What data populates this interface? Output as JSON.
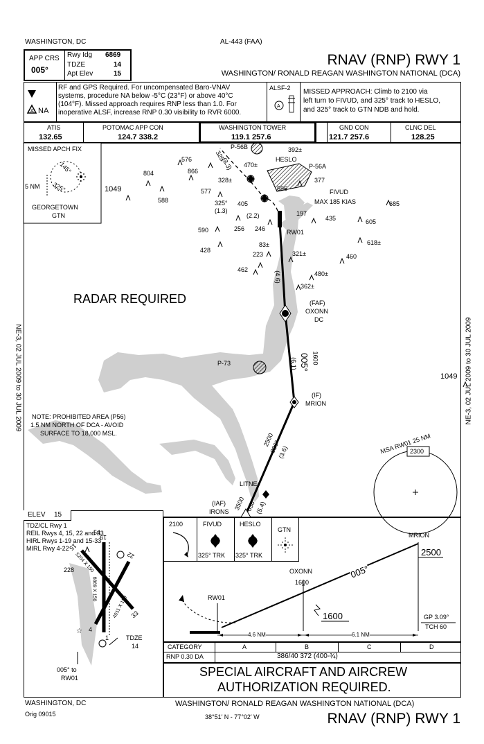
{
  "header": {
    "city_top": "WASHINGTON, DC",
    "procedure_id": "AL-443 (FAA)",
    "app_crs_label": "APP CRS",
    "app_crs_value": "005°",
    "rwy_ldg_label": "Rwy Idg",
    "rwy_ldg_value": "6869",
    "tdze_label": "TDZE",
    "tdze_value": "14",
    "apt_elev_label": "Apt Elev",
    "apt_elev_value": "15",
    "title": "RNAV (RNP) RWY 1",
    "airport": "WASHINGTON/ RONALD REAGAN WASHINGTON NATIONAL (DCA)"
  },
  "notes": {
    "rf_note_1": "RF and GPS Required.  For uncompensated Baro-VNAV",
    "rf_note_2": "systems, procedure NA below -5°C (23°F) or above 40°C",
    "rf_note_3": "(104°F).  Missed approach requires RNP less than 1.0.  For",
    "rf_note_4": "inoperative ALSF, increase RNP 0.30 visibility to RVR 6000.",
    "na_label": "NA",
    "alsf_label": "ALSF-2",
    "missed_1": "MISSED APPROACH:  Climb to 2100 via",
    "missed_2": "left turn to FIVUD, and 325° track to HESLO,",
    "missed_3": "and 325° track to GTN NDB and hold."
  },
  "comms": [
    {
      "label": "ATIS",
      "value": "132.65"
    },
    {
      "label": "POTOMAC APP CON",
      "value": "124.7   338.2"
    },
    {
      "label": "WASHINGTON TOWER",
      "value": "119.1   257.6"
    },
    {
      "label": "GND CON",
      "value": "121.7   257.6"
    },
    {
      "label": "CLNC DEL",
      "value": "128.25"
    }
  ],
  "plan": {
    "missed_fix_label": "MISSED APCH FIX",
    "gtn_5nm": "5 NM",
    "gtn_145": "145°",
    "gtn_325": "325°",
    "gtn_name_1": "GEORGETOWN",
    "gtn_name_2": "GTN",
    "radar_required": "RADAR REQUIRED",
    "note_1": "NOTE:  PROHIBITED AREA (P56)",
    "note_2": "1.5 NM NORTH OF DCA - AVOID",
    "note_3": "SURFACE TO 18,000 MSL.",
    "p56b": "P-56B",
    "p56a": "P-56A",
    "p73": "P-73",
    "heslo": "HESLO",
    "fivud": "FIVUD",
    "max_kias": "MAX 185 KIAS",
    "rw01": "RW01",
    "faf": "(FAF)",
    "oxonn": "OXONN",
    "dc": "DC",
    "if": "(IF)",
    "mrion": "MRION",
    "litne": "LITNE",
    "iaf": "(IAF)",
    "irons": "IRONS",
    "leg_325": "325°",
    "leg_33": "(3.3)",
    "leg_325b": "325°",
    "leg_13": "(1.3)",
    "leg_22": "(2.2)",
    "leg_46": "(4.6)",
    "leg_1600": "1600",
    "leg_005": "005°",
    "leg_61": "(6.1)",
    "leg_2500": "2500",
    "leg_036a": "036°",
    "leg_36": "(3.6)",
    "leg_3500": "3500",
    "leg_036b": "036°",
    "leg_54": "(5.4)",
    "msa_label": "MSA RW01 25 NM",
    "msa_value": "2300",
    "vertical_left": "NE-3, 02 JUL 2009 to 30 JUL 2009",
    "vertical_right": "NE-3, 02 JUL 2009 to 30 JUL 2009",
    "obstacles": [
      "576",
      "804",
      "866",
      "1049",
      "588",
      "392±",
      "470±",
      "577",
      "328±",
      "596",
      "377",
      "325",
      "405",
      "197",
      "685",
      "590",
      "256",
      "246",
      "435",
      "605",
      "83±",
      "618±",
      "428",
      "223",
      "321±",
      "460",
      "462",
      "480±",
      "362±",
      "1049"
    ]
  },
  "airport_diagram": {
    "elev_label": "ELEV",
    "elev_value": "15",
    "line_1": "TDZ/CL Rwy 1",
    "line_2": "REIL Rwys 4, 15, 22 and 33",
    "line_3": "HIRL Rwys 1-19 and 15-33",
    "line_4": "MIRL Rwy 4-22",
    "obs_54": "54",
    "obs_228": "228",
    "rwy_19": "19",
    "rwy_15": "15",
    "rwy_22": "22",
    "rwy_33": "33",
    "rwy_4": "4",
    "rwy_1": "1",
    "dim_5204": "5204 X 150",
    "dim_6869": "6869 X 150",
    "dim_4911": "4911 X 150",
    "tdze_label": "TDZE",
    "tdze_value": "14",
    "to_rw01_1": "005° to",
    "to_rw01_2": "RW01"
  },
  "profile": {
    "missed_2100": "2100",
    "fivud": "FIVUD",
    "heslo": "HESLO",
    "gtn": "GTN",
    "trk_1": "325° TRK",
    "trk_2": "325° TRK",
    "mrion": "MRION",
    "alt_2500": "2500",
    "oxonn": "OXONN",
    "oxonn_alt": "1600",
    "angle": "005°",
    "alt_1600": "1600",
    "rw01": "RW01",
    "gp": "GP 3.09°",
    "tch": "TCH 60",
    "dist_1": "4.6 NM",
    "dist_2": "6.1 NM"
  },
  "minimums": {
    "category_label": "CATEGORY",
    "cats": [
      "A",
      "B",
      "C",
      "D"
    ],
    "row_label": "RNP 0.30 DA",
    "row_value": "386/40  372 (400-¾)",
    "special_1": "SPECIAL AIRCRAFT AND AIRCREW",
    "special_2": "AUTHORIZATION REQUIRED."
  },
  "footer": {
    "city": "WASHINGTON, DC",
    "orig": "Orig  09015",
    "airport": "WASHINGTON/ RONALD REAGAN WASHINGTON NATIONAL (DCA)",
    "coords": "38°51′ N - 77°02′ W",
    "title": "RNAV (RNP) RWY 1"
  }
}
